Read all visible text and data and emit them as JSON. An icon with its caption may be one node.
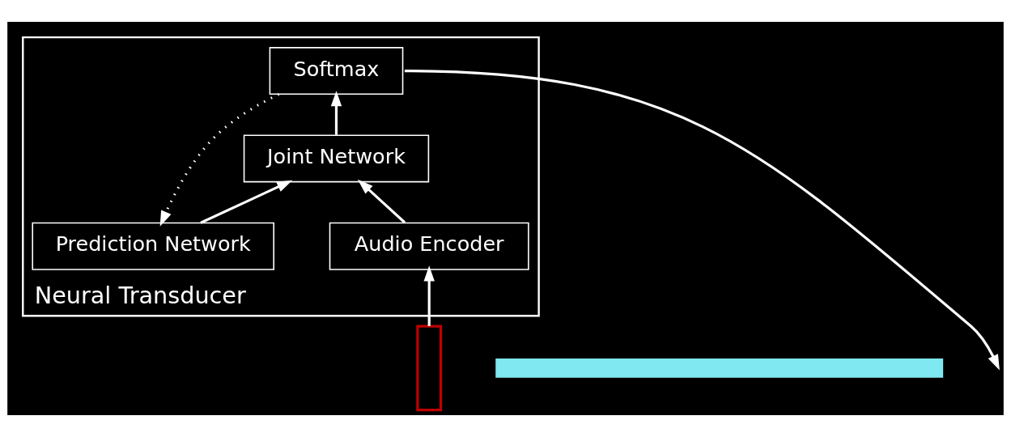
{
  "diagram": {
    "nodes": [
      {
        "text": [
          "Neural Transducer"
        ]
      },
      {
        "text": [
          "Softmax"
        ],
        "in": 0
      },
      {
        "text": [
          "Joint Network"
        ],
        "in": 0
      },
      {
        "text": [
          "Audio Encoder"
        ],
        "in": 0
      },
      {
        "text": [
          "Prediction Network"
        ],
        "in": 0
      },
      {
        "text": [],
        "shape": "box"
      },
      {
        "text": [],
        "shape": "bar"
      }
    ],
    "edges": [
      {
        "from": 5,
        "to": 3,
        "arrow": "to"
      },
      {
        "from": 3,
        "to": 2,
        "arrow": "to"
      },
      {
        "from": 4,
        "to": 2,
        "arrow": "to"
      },
      {
        "from": 2,
        "to": 1,
        "arrow": "to"
      },
      {
        "from": 1,
        "to": null,
        "arrow": "to"
      },
      {
        "from": 1,
        "to": 4,
        "arrow": "to",
        "style": "dashed"
      }
    ]
  }
}
